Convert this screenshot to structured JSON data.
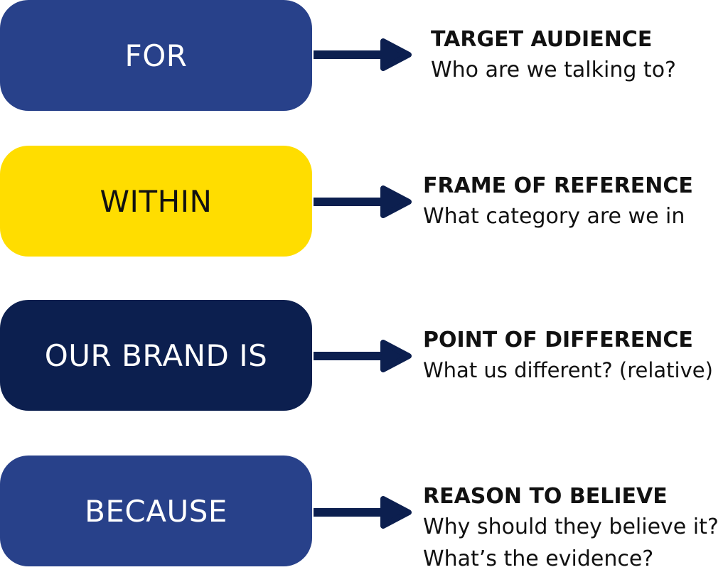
{
  "colors": {
    "box_blue": "#28418A",
    "box_yellow": "#FFDD00",
    "box_navy": "#0C1F4F",
    "arrow": "#0C1F4F",
    "text_light": "#FFFFFF",
    "text_dark": "#111111"
  },
  "rows": [
    {
      "box_label": "FOR",
      "heading": "TARGET AUDIENCE",
      "lines": [
        "Who are we talking to?"
      ]
    },
    {
      "box_label": "WITHIN",
      "heading": "FRAME OF REFERENCE",
      "lines": [
        "What category are we in"
      ]
    },
    {
      "box_label": "OUR BRAND IS",
      "heading": "POINT OF DIFFERENCE",
      "lines": [
        "What us different? (relative)"
      ]
    },
    {
      "box_label": "BECAUSE",
      "heading": "REASON TO BELIEVE",
      "lines": [
        "Why should they believe it?",
        "What’s the evidence?"
      ]
    }
  ]
}
